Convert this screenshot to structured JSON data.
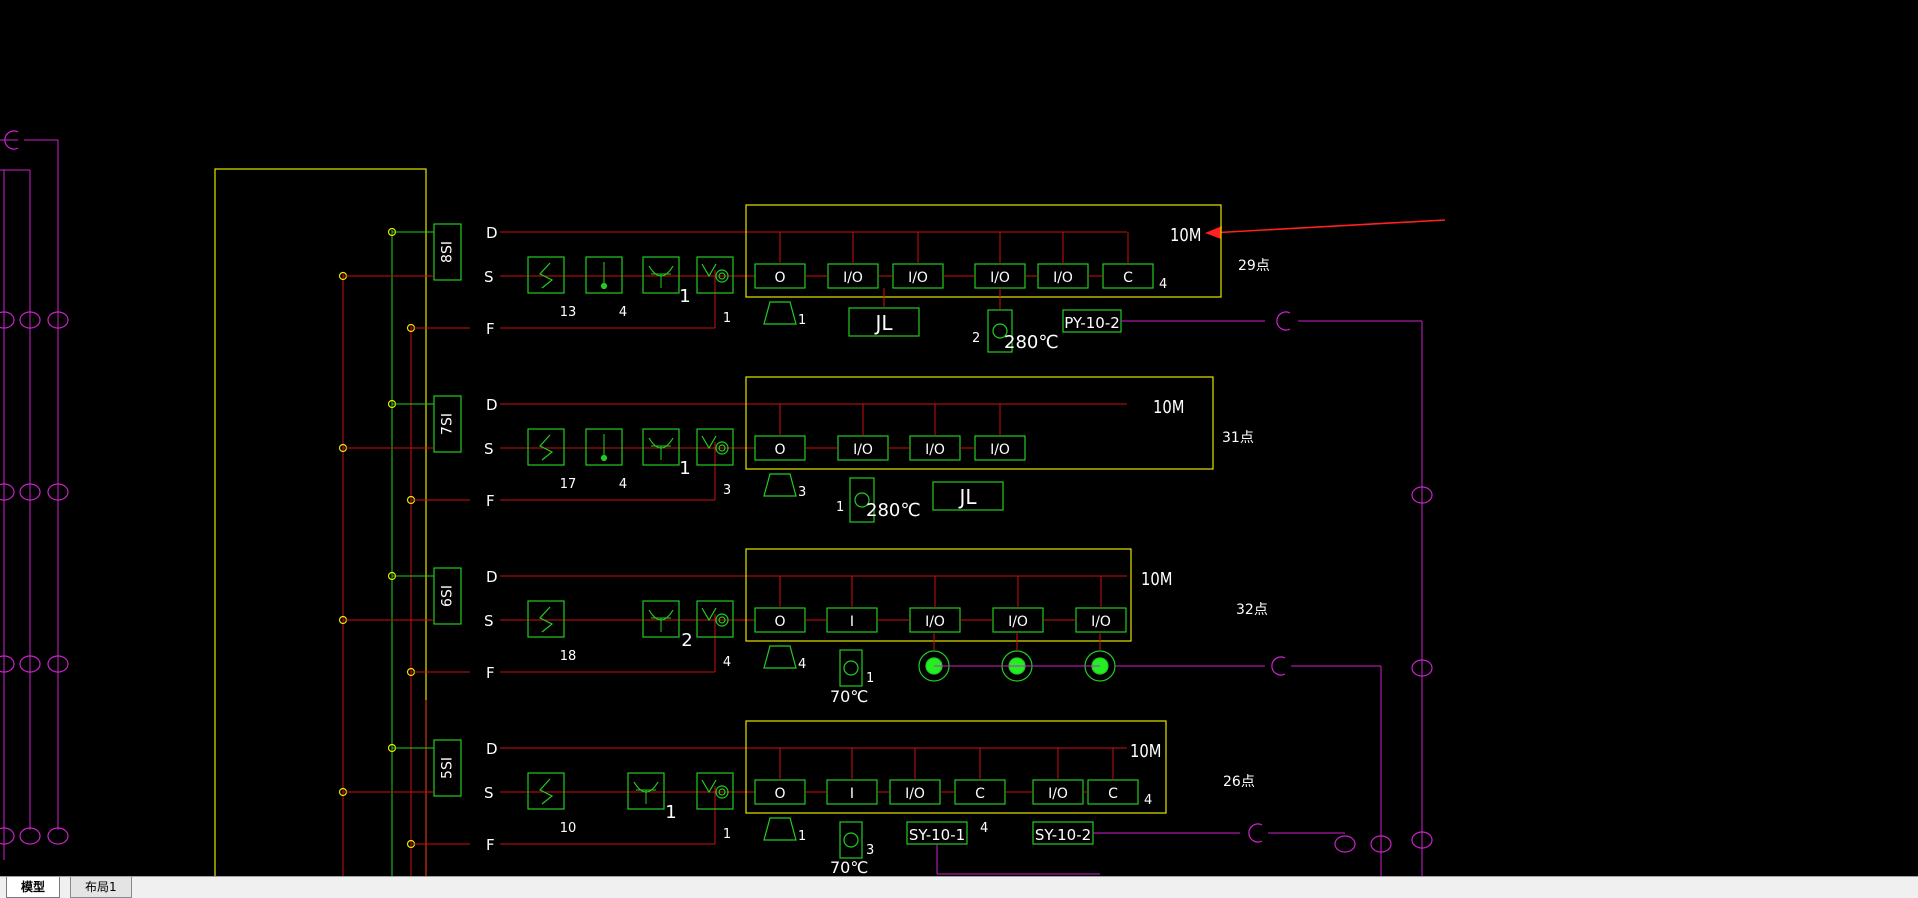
{
  "colors": {
    "background": "#000000",
    "frame": "#e6e600",
    "wire_red": "#cc1111",
    "wire_green": "#22cc22",
    "wire_magenta": "#cc22cc",
    "text_white": "#ffffff",
    "annotation_red": "#ff2020"
  },
  "tabs": {
    "model": "模型",
    "layout1": "布局1"
  },
  "diagram": {
    "line_labels": {
      "d": "D",
      "s": "S",
      "f": "F"
    },
    "rows": [
      {
        "panel_tag": "8SI",
        "counts": [
          "13",
          "4",
          "1",
          "1"
        ],
        "module_labels": [
          "O",
          "I/O",
          "I/O",
          "I/O",
          "I/O",
          "C"
        ],
        "module_suffix": "4",
        "jl_label": "JL",
        "bell_count": "1",
        "sensor_count": "2",
        "temp_label": "280℃",
        "py_label": "PY-10-2",
        "size_label": "10M",
        "points_label": "29点"
      },
      {
        "panel_tag": "7SI",
        "counts": [
          "17",
          "4",
          "1",
          "3"
        ],
        "module_labels": [
          "O",
          "I/O",
          "I/O",
          "I/O"
        ],
        "jl_label": "JL",
        "bell_count": "3",
        "sensor_count": "1",
        "temp_label": "280℃",
        "size_label": "10M",
        "points_label": "31点"
      },
      {
        "panel_tag": "6SI",
        "counts": [
          "18",
          "2",
          "4"
        ],
        "module_labels": [
          "O",
          "I",
          "I/O",
          "I/O",
          "I/O"
        ],
        "bell_count": "4",
        "sensor_count": "1",
        "temp_label": "70℃",
        "size_label": "10M",
        "points_label": "32点"
      },
      {
        "panel_tag": "5SI",
        "counts": [
          "10",
          "1",
          "1"
        ],
        "module_labels": [
          "O",
          "I",
          "I/O",
          "C",
          "I/O",
          "C"
        ],
        "module_suffix": "4",
        "bell_count": "1",
        "sensor_count": "3",
        "temp_label": "70℃",
        "sy1_label": "SY-10-1",
        "sy1_count": "4",
        "sy2_label": "SY-10-2",
        "size_label": "10M",
        "points_label": "26点"
      }
    ]
  }
}
